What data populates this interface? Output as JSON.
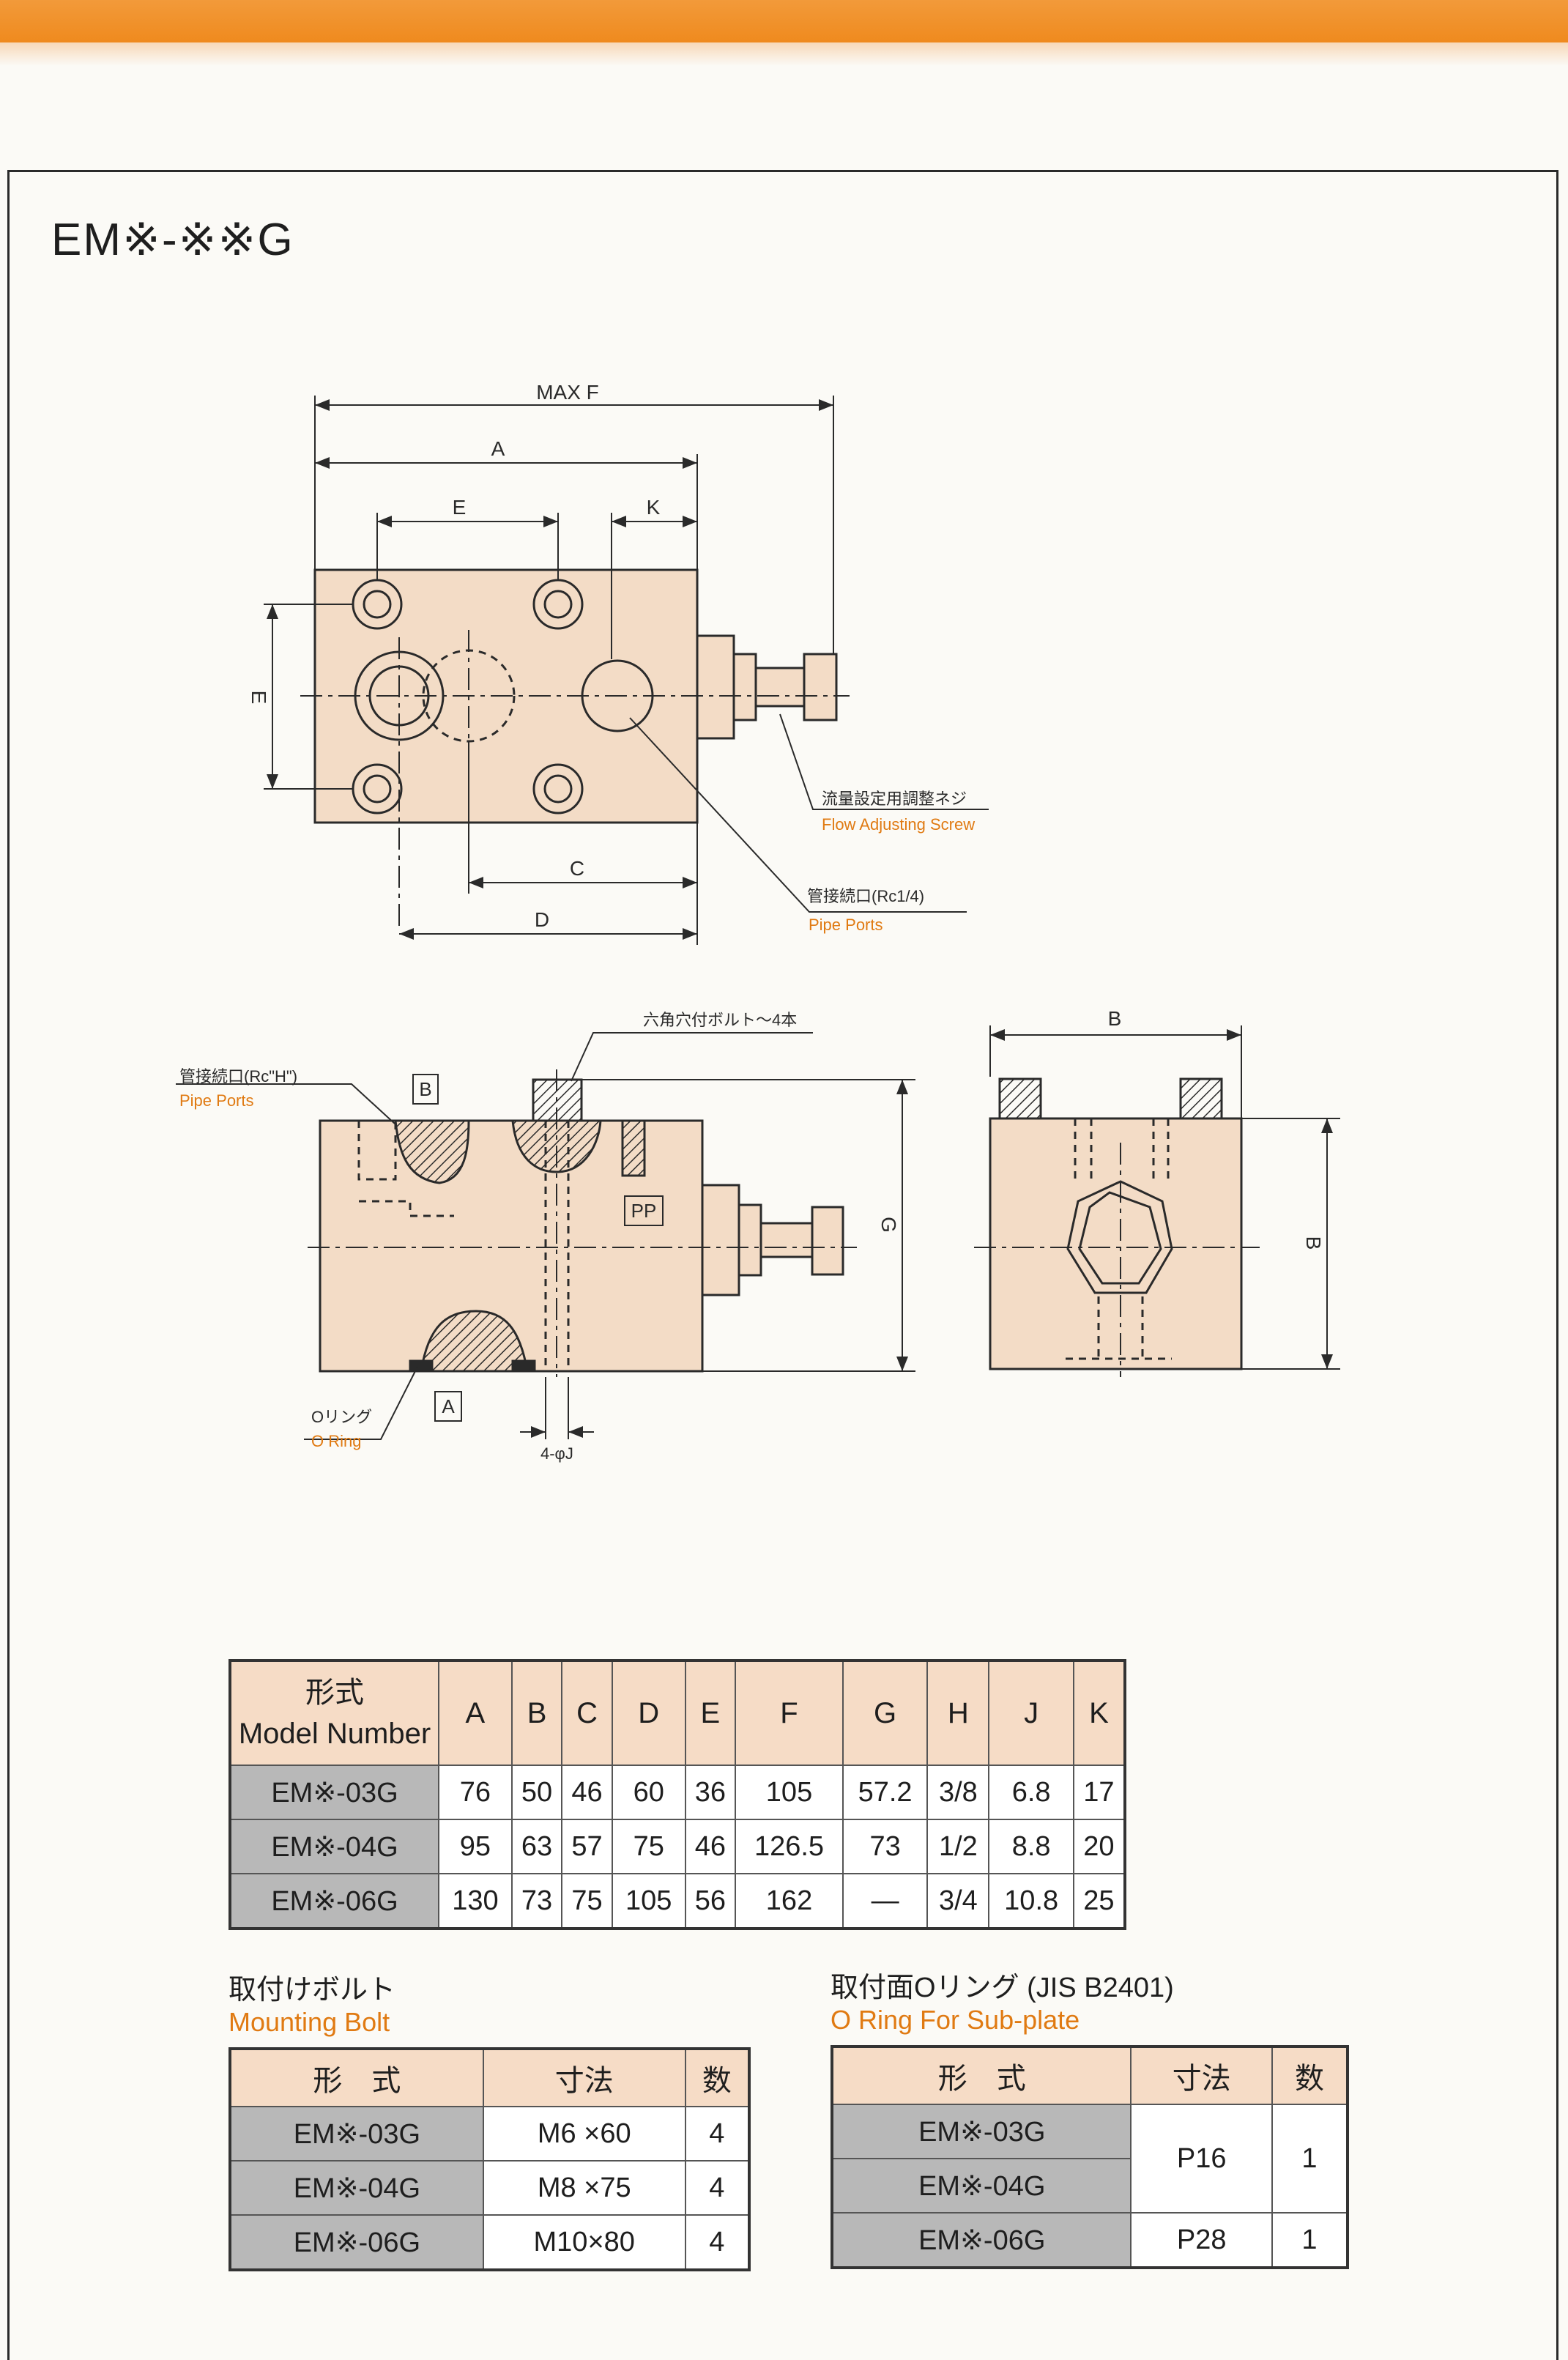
{
  "header": {
    "title": "EM※-※※G"
  },
  "drawing": {
    "dim_labels": {
      "max_f": "MAX F",
      "a": "A",
      "e_top": "E",
      "k": "K",
      "e_side": "E",
      "c": "C",
      "d": "D",
      "b_top": "B",
      "g": "G",
      "b_side": "B",
      "j": "4-φJ"
    },
    "callouts": {
      "flow_screw_jp": "流量設定用調整ネジ",
      "flow_screw_en": "Flow Adjusting Screw",
      "pipe_port_rc14_jp": "管接続口(Rc1/4)",
      "pipe_port_rc14_en": "Pipe Ports",
      "hex_bolt_jp": "六角穴付ボルト～4本",
      "pipe_port_rch_jp": "管接続口(Rc\"H\")",
      "pipe_port_rch_en": "Pipe Ports",
      "oring_jp": "Oリング",
      "oring_en": "O Ring",
      "port_b": "B",
      "port_pp": "PP",
      "port_a": "A"
    },
    "colors": {
      "body": "#f3dcc6",
      "line": "#2a2a2a",
      "accent": "#ef8a1e"
    }
  },
  "dimension_table": {
    "header_jp": "形式",
    "header_en": "Model Number",
    "columns": [
      "A",
      "B",
      "C",
      "D",
      "E",
      "F",
      "G",
      "H",
      "J",
      "K"
    ],
    "rows": [
      {
        "model": "EM※-03G",
        "values": [
          "76",
          "50",
          "46",
          "60",
          "36",
          "105",
          "57.2",
          "3/8",
          "6.8",
          "17"
        ]
      },
      {
        "model": "EM※-04G",
        "values": [
          "95",
          "63",
          "57",
          "75",
          "46",
          "126.5",
          "73",
          "1/2",
          "8.8",
          "20"
        ]
      },
      {
        "model": "EM※-06G",
        "values": [
          "130",
          "73",
          "75",
          "105",
          "56",
          "162",
          "—",
          "3/4",
          "10.8",
          "25"
        ]
      }
    ]
  },
  "mounting_bolt": {
    "title_jp": "取付けボルト",
    "title_en": "Mounting Bolt",
    "headers": [
      "形　式",
      "寸法",
      "数"
    ],
    "rows": [
      {
        "model": "EM※-03G",
        "size": "M6 ×60",
        "qty": "4"
      },
      {
        "model": "EM※-04G",
        "size": "M8 ×75",
        "qty": "4"
      },
      {
        "model": "EM※-06G",
        "size": "M10×80",
        "qty": "4"
      }
    ]
  },
  "oring": {
    "title_jp": "取付面Oリング (JIS B2401)",
    "title_en": "O Ring For Sub-plate",
    "headers": [
      "形　式",
      "寸法",
      "数"
    ],
    "rows": [
      {
        "model": "EM※-03G",
        "size": "P16",
        "qty": "1"
      },
      {
        "model": "EM※-04G"
      },
      {
        "model": "EM※-06G",
        "size": "P28",
        "qty": "1"
      }
    ]
  }
}
